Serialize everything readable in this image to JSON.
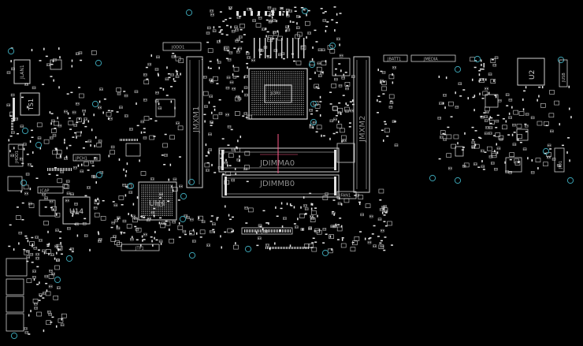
{
  "viewer": {
    "background": "#000000",
    "outline_color": "#cfcfcf",
    "pad_color": "#e6e6e6",
    "via_color": "#3aa0b0",
    "highlight_color": "#ff5a8a"
  },
  "components": {
    "jdimma0": "JDIMMA0",
    "jdimmb0": "JDIMMB0",
    "jmxm1": "JMXM1",
    "jmxm2": "JMXM2",
    "u14": "U14",
    "uh4": "UH4",
    "u2": "U2",
    "ts1": "TS1",
    "jhdd1": "JHDD1",
    "jlan1": "JLAN1",
    "jpch1": "JPCH1",
    "jtp1": "JTP1",
    "jbatt1": "JBATT1",
    "jmedia": "JMEDIA",
    "jodd1": "JODD1",
    "jcap": "JCAP",
    "jkb": "JKB",
    "jio1": "JIO1",
    "jfan1": "JFAN1",
    "jusb": "JUSB",
    "jcpu": "JCPU"
  }
}
